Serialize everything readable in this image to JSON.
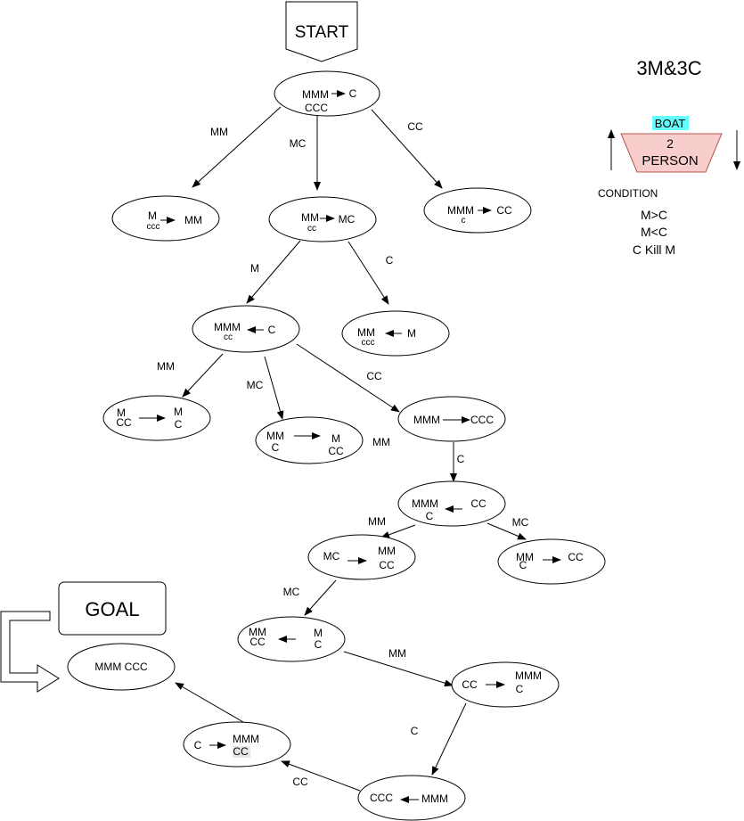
{
  "start_label": "START",
  "goal_label": "GOAL",
  "title": "3M&3C",
  "boat": {
    "tag": "BOAT",
    "line1": "2",
    "line2": "PERSON",
    "tag_color": "#66ffff",
    "fill_color": "#f8cecc",
    "stroke_color": "#b85450"
  },
  "condition": {
    "heading": "CONDITION",
    "rules": [
      "M>C",
      "M<C",
      "C Kill M"
    ]
  },
  "nodes": {
    "n1": {
      "left": "MMM",
      "left2": "CCC",
      "right": "C",
      "right2": ""
    },
    "n2": {
      "left": "M",
      "left2": "ccc",
      "right": "MM",
      "right2": ""
    },
    "n3": {
      "left": "MM",
      "left2": "cc",
      "right": "MC",
      "right2": ""
    },
    "n4": {
      "left": "MMM",
      "left2": "c",
      "right": "CC",
      "right2": ""
    },
    "n5": {
      "left": "MMM",
      "left2": "cc",
      "right": "C",
      "right2": ""
    },
    "n6": {
      "left": "MM",
      "left2": "ccc",
      "right": "M",
      "right2": ""
    },
    "n7": {
      "left": "M",
      "left2": "CC",
      "right": "M",
      "right2": "C"
    },
    "n8": {
      "left": "MM",
      "left2": "C",
      "right": "M",
      "right2": "CC"
    },
    "n9": {
      "left": "MMM",
      "left2": "",
      "right": "CCC",
      "right2": ""
    },
    "n10": {
      "left": "MMM",
      "left2": "C",
      "right": "CC",
      "right2": ""
    },
    "n11": {
      "left": "MC",
      "left2": "",
      "right": "MM",
      "right2": "CC"
    },
    "n12": {
      "left": "MM",
      "left2": "C",
      "right": "CC",
      "right2": ""
    },
    "n13": {
      "left": "MM",
      "left2": "CC",
      "right": "M",
      "right2": "C"
    },
    "n14": {
      "left": "CC",
      "left2": "",
      "right": "MMM",
      "right2": "C"
    },
    "n15": {
      "left": "CCC",
      "left2": "",
      "right": "MMM",
      "right2": ""
    },
    "n16": {
      "left": "C",
      "left2": "",
      "right": "MMM",
      "right2": "CC"
    },
    "goal_state": "MMM CCC"
  },
  "edge_labels": {
    "e1": "MM",
    "e2": "MC",
    "e3": "CC",
    "e4": "M",
    "e5": "C",
    "e6": "MM",
    "e7": "MC",
    "e8": "CC",
    "e9": "MM",
    "e10": "C",
    "e11": "MM",
    "e12": "MC",
    "e13": "MC",
    "e14": "MM",
    "e15": "C",
    "e16": "CC"
  }
}
